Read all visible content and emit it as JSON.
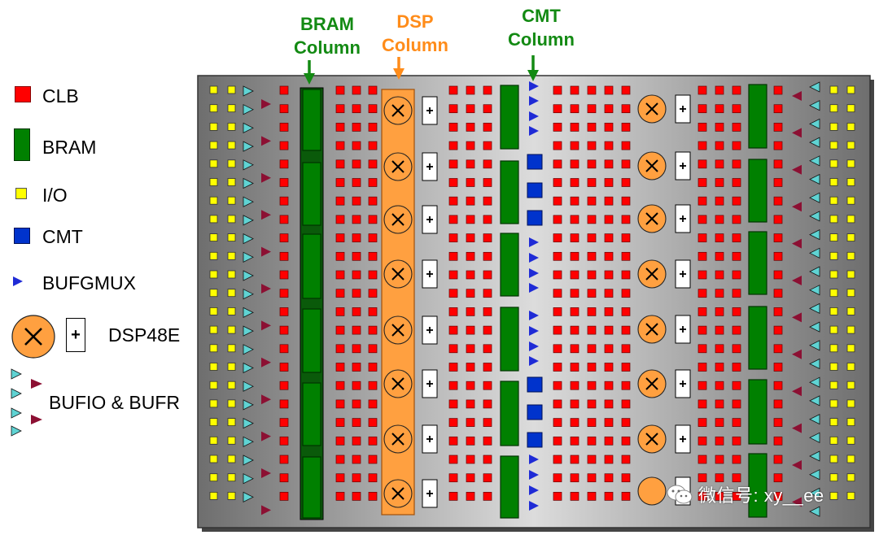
{
  "legend": {
    "clb": "CLB",
    "bram": "BRAM",
    "io": "I/O",
    "cmt": "CMT",
    "bufgmux": "BUFGMUX",
    "dsp": "DSP48E",
    "bufio": "BUFIO & BUFR"
  },
  "columns": {
    "bram": [
      "BRAM",
      "Column"
    ],
    "dsp": [
      "DSP",
      "Column"
    ],
    "cmt": [
      "CMT",
      "Column"
    ]
  },
  "symbols": {
    "multiply": "×",
    "add": "+"
  },
  "colors": {
    "clb": "#ff0000",
    "bram": "#008000",
    "io": "#ffff00",
    "cmt": "#0033cc",
    "bufgmux": "#1f2bd6",
    "dsp": "#ffa040",
    "bufio_in": "#5fd3d3",
    "bufr": "#8c1033",
    "bram_label": "#138a13",
    "dsp_label": "#ff8c1a"
  },
  "watermark": {
    "icon": "wechat-icon",
    "text": "微信号: xy__ee"
  }
}
